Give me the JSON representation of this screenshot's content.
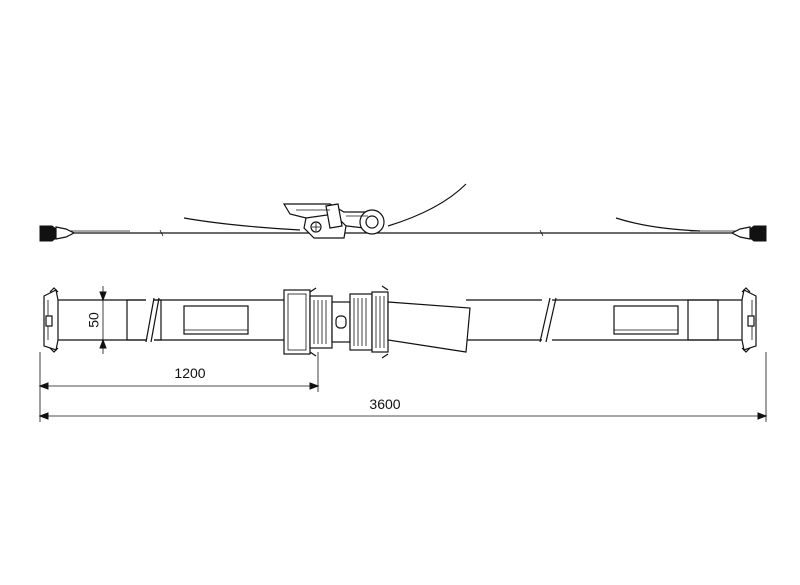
{
  "drawing": {
    "dimensions": {
      "strap_width": "50",
      "fixed_end_length": "1200",
      "total_length": "3600"
    },
    "colors": {
      "line": "#111111",
      "background": "#ffffff"
    }
  }
}
